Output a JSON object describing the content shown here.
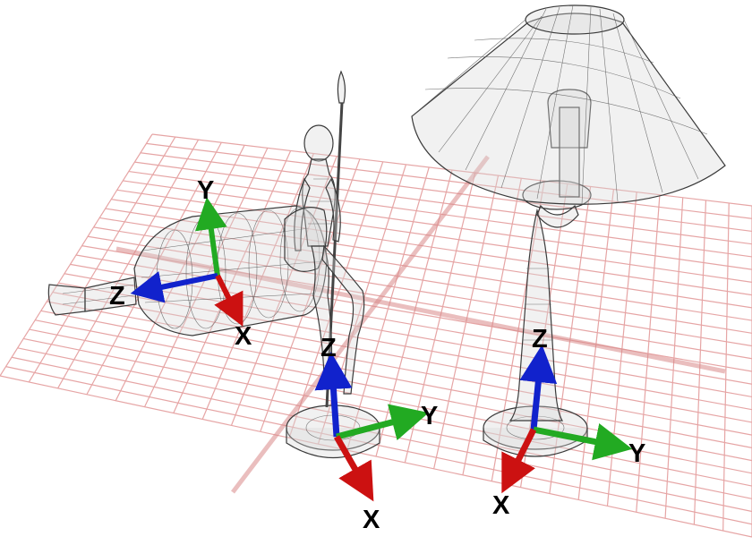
{
  "colors": {
    "background": "#ffffff",
    "grid": "#e6a5a5",
    "grid_main": "#d98a8a",
    "x_axis": "#cc1111",
    "y_axis": "#22aa22",
    "z_axis": "#1122cc"
  },
  "objects": [
    {
      "name": "bottle",
      "axes": {
        "x": "X",
        "y": "Y",
        "z": "Z"
      }
    },
    {
      "name": "figure",
      "axes": {
        "x": "X",
        "y": "Y",
        "z": "Z"
      }
    },
    {
      "name": "lamp",
      "axes": {
        "x": "X",
        "y": "Y",
        "z": "Z"
      }
    }
  ]
}
